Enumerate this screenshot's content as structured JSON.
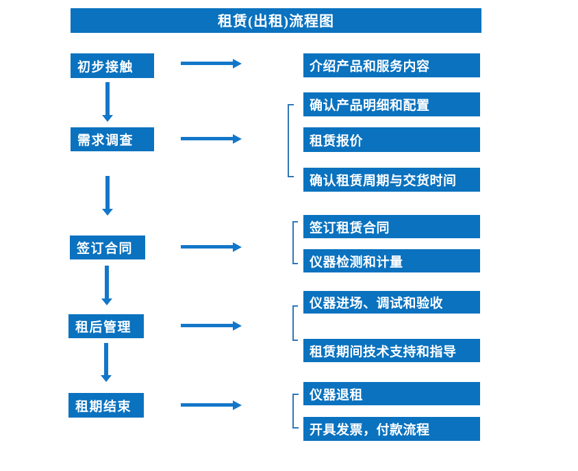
{
  "colors": {
    "accent": "#0A72BF",
    "arrow": "#1377C9",
    "bracket": "#2E75B6",
    "text": "#FFFFFF",
    "background": "#FFFFFF"
  },
  "title": "租赁(出租)流程图",
  "steps": [
    {
      "label": "初步接触",
      "details": [
        "介绍产品和服务内容"
      ]
    },
    {
      "label": "需求调查",
      "details": [
        "确认产品明细和配置",
        "租赁报价",
        "确认租赁周期与交货时间"
      ]
    },
    {
      "label": "签订合同",
      "details": [
        "签订租赁合同",
        "仪器检测和计量"
      ]
    },
    {
      "label": "租后管理",
      "details": [
        "仪器进场、调试和验收",
        "租赁期间技术支持和指导"
      ]
    },
    {
      "label": "租期结束",
      "details": [
        "仪器退租",
        "开具发票，付款流程"
      ]
    }
  ]
}
